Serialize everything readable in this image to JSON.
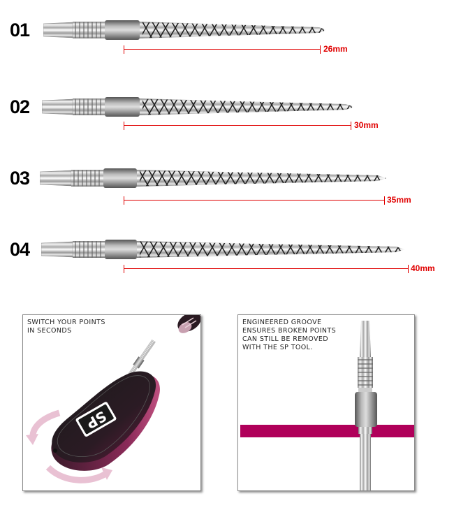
{
  "points": [
    {
      "label": "01",
      "measurement": "26mm",
      "length_mm": 26
    },
    {
      "label": "02",
      "measurement": "30mm",
      "length_mm": 30
    },
    {
      "label": "03",
      "measurement": "35mm",
      "length_mm": 35
    },
    {
      "label": "04",
      "measurement": "40mm",
      "length_mm": 40
    }
  ],
  "panels": {
    "tool": {
      "lines": [
        "SWITCH YOUR POINTS",
        "IN SECONDS"
      ],
      "tool_logo": "SP"
    },
    "groove": {
      "lines": [
        "ENGINEERED GROOVE",
        "ENSURES BROKEN POINTS",
        "CAN STILL BE REMOVED",
        "WITH THE SP TOOL."
      ]
    }
  },
  "colors": {
    "measure_red": "#e00000",
    "accent_magenta": "#b0005a",
    "tool_dark": "#2a1a22"
  }
}
